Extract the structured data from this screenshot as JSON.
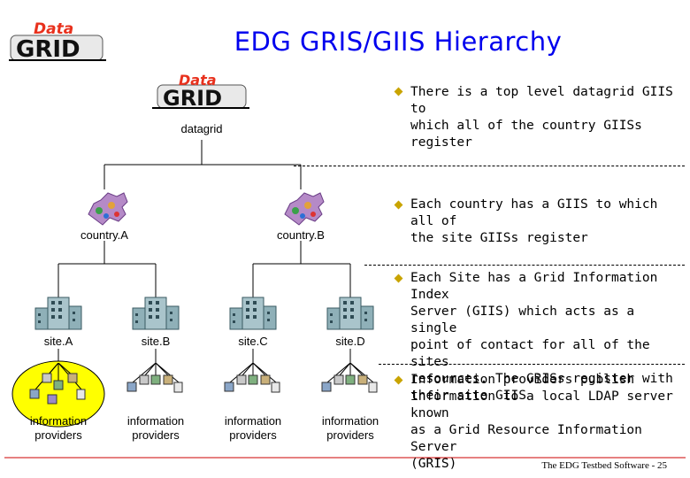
{
  "title": "EDG GRIS/GIIS Hierarchy",
  "logo_text": {
    "top": "Data",
    "bottom": "GRID"
  },
  "nodes": {
    "root": "datagrid",
    "country_a": "country.A",
    "country_b": "country.B",
    "site_a": "site.A",
    "site_b": "site.B",
    "site_c": "site.C",
    "site_d": "site.D",
    "providers": "information providers"
  },
  "bullets": [
    "There is a top level datagrid GIIS to which all of the country GIISs register",
    "Each country has a GIIS to which all of the site GIISs register",
    "Each Site has a Grid Information Index Server (GIIS) which acts as a single point of contact for all of the sites resources. The GRISs register with their site GIIS",
    "Information providers publish information to a local LDAP server known as a Grid Resource Information Server (GRIS)"
  ],
  "bullet_lines": [
    [
      "There is a top level datagrid GIIS to",
      "which all of the country GIISs register"
    ],
    [
      "Each country has a GIIS to which all of",
      "the site GIISs register"
    ],
    [
      "Each Site has a Grid Information Index",
      "Server (GIIS) which acts as a single",
      "point of contact for all of the sites",
      "resources.  The GRISs register with",
      "their site GIIS"
    ],
    [
      "Information providers publish",
      "information to a local LDAP server known",
      "as a Grid Resource Information Server",
      "(GRIS)"
    ]
  ],
  "footer": "The EDG Testbed Software - 25",
  "colors": {
    "title": "#0000ee",
    "bullet": "#c9a400",
    "highlight": "#ffff00",
    "footer_rule": "#cc0000",
    "logo_red": "#e8311d"
  }
}
